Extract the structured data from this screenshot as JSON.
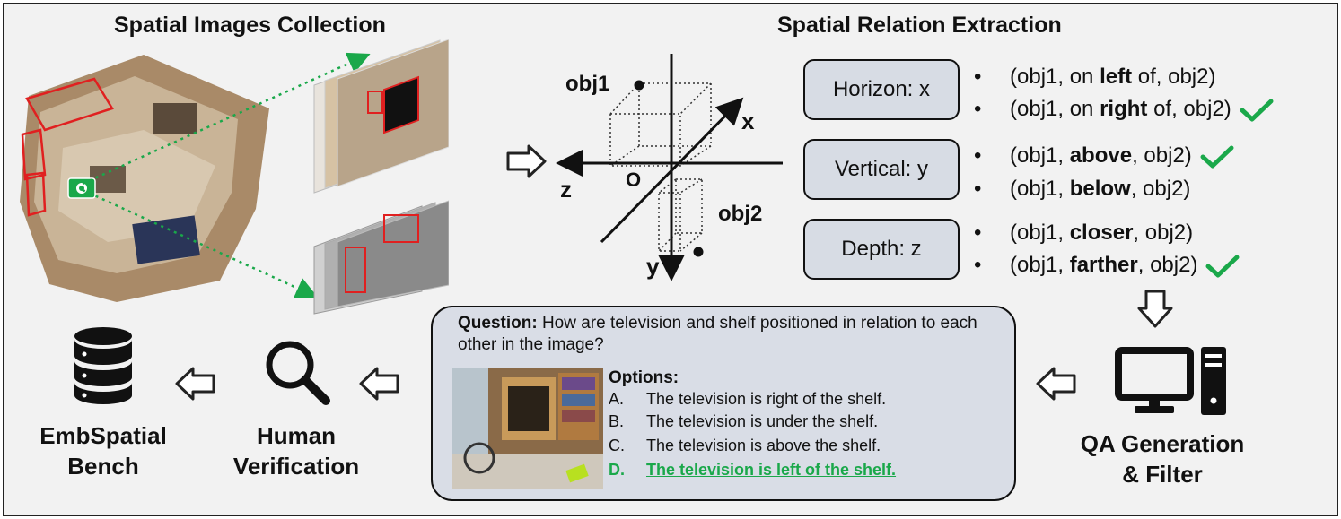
{
  "titles": {
    "collection": "Spatial Images Collection",
    "extraction": "Spatial Relation Extraction"
  },
  "axes_diagram": {
    "obj1": "obj1",
    "obj2": "obj2",
    "x": "x",
    "y": "y",
    "z": "z",
    "origin": "O"
  },
  "axis_boxes": [
    {
      "label": "Horizon: x"
    },
    {
      "label": "Vertical: y"
    },
    {
      "label": "Depth: z"
    }
  ],
  "relations": [
    {
      "bullet": "•",
      "pre": "(obj1, on ",
      "bold": "left",
      "post": " of, obj2)",
      "checked": false
    },
    {
      "bullet": "•",
      "pre": "(obj1, on ",
      "bold": "right",
      "post": " of, obj2)",
      "checked": true
    },
    {
      "bullet": "•",
      "pre": "(obj1, ",
      "bold": "above",
      "post": ", obj2)",
      "checked": true
    },
    {
      "bullet": "•",
      "pre": "(obj1, ",
      "bold": "below",
      "post": ", obj2)",
      "checked": false
    },
    {
      "bullet": "•",
      "pre": "(obj1, ",
      "bold": "closer",
      "post": ", obj2)",
      "checked": false
    },
    {
      "bullet": "•",
      "pre": "(obj1, ",
      "bold": "farther",
      "post": ", obj2)",
      "checked": true
    }
  ],
  "qa": {
    "question_label": "Question:",
    "question_text": " How are television and shelf positioned in relation to each other in the image?",
    "options_label": "Options:",
    "options": [
      {
        "key": "A.",
        "text": "The television is right of the shelf.",
        "correct": false
      },
      {
        "key": "B.",
        "text": "The television is under the shelf.",
        "correct": false
      },
      {
        "key": "C.",
        "text": "The television is above the shelf.",
        "correct": false
      },
      {
        "key": "D.",
        "text": "The television is left of the shelf.",
        "correct": true
      }
    ]
  },
  "stages": {
    "bench_line1": "EmbSpatial",
    "bench_line2": "Bench",
    "human_line1": "Human",
    "human_line2": "Verification",
    "qa_line1": "QA Generation",
    "qa_line2": "& Filter"
  },
  "icons": {
    "database": "database-icon",
    "magnifier": "magnifier-icon",
    "computer": "computer-icon",
    "camera": "camera-icon",
    "check": "check-icon",
    "arrow": "hollow-arrow-icon"
  },
  "colors": {
    "accent_green": "#1aa84a",
    "box_fill": "#d7dce4",
    "qa_fill": "#d9dde6",
    "bbox_red": "#e02020"
  }
}
